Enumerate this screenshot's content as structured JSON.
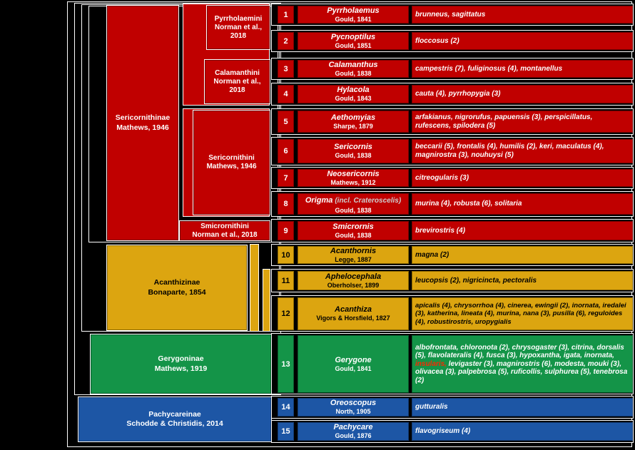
{
  "colors": {
    "sericornithinae_red": "#C00000",
    "acanthizinae_gold": "#DCA510",
    "gerygoninae_green": "#149448",
    "pachycareinae_blue": "#1D56A5",
    "extinct_species_text": "#FF2600",
    "tree_outline": "#FFFFFF",
    "background": "#000000"
  },
  "subfamilies": [
    {
      "name": "Sericornithinae",
      "author": "Mathews, 1946"
    },
    {
      "name": "Acanthizinae",
      "author": "Bonaparte, 1854"
    },
    {
      "name": "Gerygoninae",
      "author": "Mathews, 1919"
    },
    {
      "name": "Pachycareinae",
      "author": "Schodde & Christidis, 2014"
    }
  ],
  "tribes": [
    {
      "name": "Pyrrholaemini",
      "author": "Norman et al., 2018"
    },
    {
      "name": "Calamanthini",
      "author": "Norman et al., 2018"
    },
    {
      "name": "Sericornithini",
      "author": "Mathews, 1946"
    },
    {
      "name": "Smicrornithini",
      "author": "Norman et al., 2018"
    }
  ],
  "rows": [
    {
      "num": "1",
      "genus": "Pyrrholaemus",
      "author": "Gould, 1841",
      "species": "brunneus, sagittatus"
    },
    {
      "num": "2",
      "genus": "Pycnoptilus",
      "author": "Gould, 1851",
      "species": "floccosus (2)"
    },
    {
      "num": "3",
      "genus": "Calamanthus",
      "author": "Gould, 1838",
      "species": "campestris (7), fuliginosus (4), montanellus"
    },
    {
      "num": "4",
      "genus": "Hylacola",
      "author": "Gould, 1843",
      "species": "cauta (4), pyrrhopygia (3)"
    },
    {
      "num": "5",
      "genus": "Aethomyias",
      "author": "Sharpe, 1879",
      "species": "arfakianus, nigrorufus, papuensis (3), perspicillatus, rufescens, spilodera (5)"
    },
    {
      "num": "6",
      "genus": "Sericornis",
      "author": "Gould, 1838",
      "species": "beccarii (5), frontalis (4), humilis (2), keri, maculatus (4), magnirostra (3), nouhuysi (5)"
    },
    {
      "num": "7",
      "genus": "Neosericornis",
      "author": "Mathews, 1912",
      "species": "citreogularis (3)"
    },
    {
      "num": "8",
      "genus": "Origma",
      "genus_note": "(incl. Crateroscelis)",
      "author": "Gould, 1838",
      "species": "murina (4), robusta (6), solitaria"
    },
    {
      "num": "9",
      "genus": "Smicrornis",
      "author": "Gould, 1838",
      "species": "brevirostris (4)"
    },
    {
      "num": "10",
      "genus": "Acanthornis",
      "author": "Legge, 1887",
      "species": "magna (2)"
    },
    {
      "num": "11",
      "genus": "Aphelocephala",
      "author": "Oberholser, 1899",
      "species": "leucopsis (2), nigricincta, pectoralis"
    },
    {
      "num": "12",
      "genus": "Acanthiza",
      "author": "Vigors & Horsfield, 1827",
      "species": "apicalis (4), chrysorrhoa (4), cinerea, ewingii (2), inornata, iredalei (3), katherina, lineata (4), murina, nana (3), pusilla (6), reguloides (4), robustirostris, uropygialis"
    },
    {
      "num": "13",
      "genus": "Gerygone",
      "author": "Gould, 1841",
      "species_pre": "albofrontata, chloronota (2), chrysogaster (3), citrina, dorsalis (5), flavolateralis (4), fusca (3), hypoxantha, igata, inornata, ",
      "species_extinct": "insularis,",
      "species_post": " levigaster (3), magnirostris (6), modesta, mouki (3), olivacea (3), palpebrosa (5), ruficollis, sulphurea (5), tenebrosa (2)"
    },
    {
      "num": "14",
      "genus": "Oreoscopus",
      "author": "North, 1905",
      "species": "gutturalis"
    },
    {
      "num": "15",
      "genus": "Pachycare",
      "author": "Gould, 1876",
      "species": "flavogriseum (4)"
    }
  ]
}
